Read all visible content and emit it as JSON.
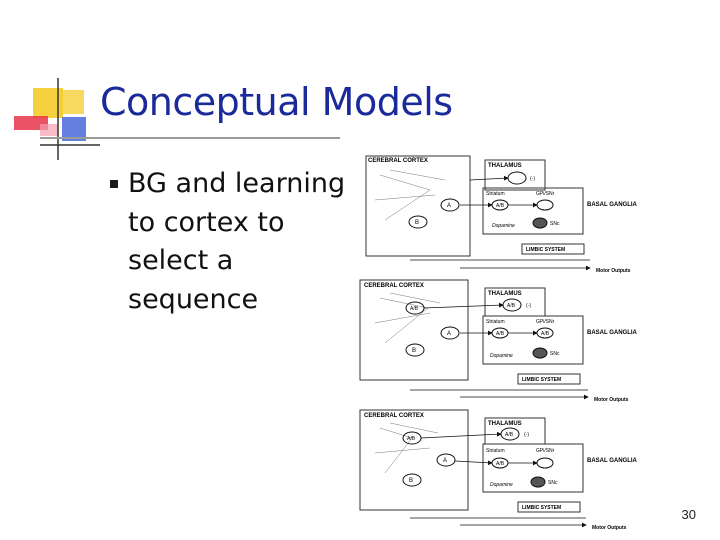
{
  "slide": {
    "title": "Conceptual Models",
    "bullets": [
      "BG and learning to cortex to select a sequence"
    ],
    "page_number": "30"
  },
  "diagram": {
    "panels": [
      {
        "cortex": "CEREBRAL CORTEX",
        "thalamus": "THALAMUS",
        "striatum": "Striatum",
        "gpi": "GPi/SNr",
        "snc": "SNc",
        "dopamine": "Dopamine",
        "bg": "BASAL GANGLIA",
        "limbic": "LIMBIC SYSTEM",
        "motor": "Motor Outputs",
        "node_a": "A",
        "node_b": "B",
        "node_ab": "A/B",
        "sign": "(-)"
      },
      {
        "cortex": "CEREBRAL CORTEX",
        "thalamus": "THALAMUS",
        "striatum": "Striatum",
        "gpi": "GPi/SNr",
        "snc": "SNc",
        "dopamine": "Dopamine",
        "bg": "BASAL GANGLIA",
        "limbic": "LIMBIC SYSTEM",
        "motor": "Motor Outputs",
        "node_a": "A",
        "node_b": "B",
        "node_ab": "A/B",
        "sign": "(-)"
      },
      {
        "cortex": "CEREBRAL CORTEX",
        "thalamus": "THALAMUS",
        "striatum": "Striatum",
        "gpi": "GPi/SNr",
        "snc": "SNc",
        "dopamine": "Dopamine",
        "bg": "BASAL GANGLIA",
        "limbic": "LIMBIC SYSTEM",
        "motor": "Motor Outputs",
        "node_a": "A",
        "node_b": "B",
        "node_ab": "A/B",
        "sign": "(-)"
      }
    ]
  },
  "colors": {
    "title": "#1a2a9a",
    "logo_yellow": "#f5cc2a",
    "logo_blue": "#3f5fd8",
    "logo_red": "#e8344a"
  }
}
